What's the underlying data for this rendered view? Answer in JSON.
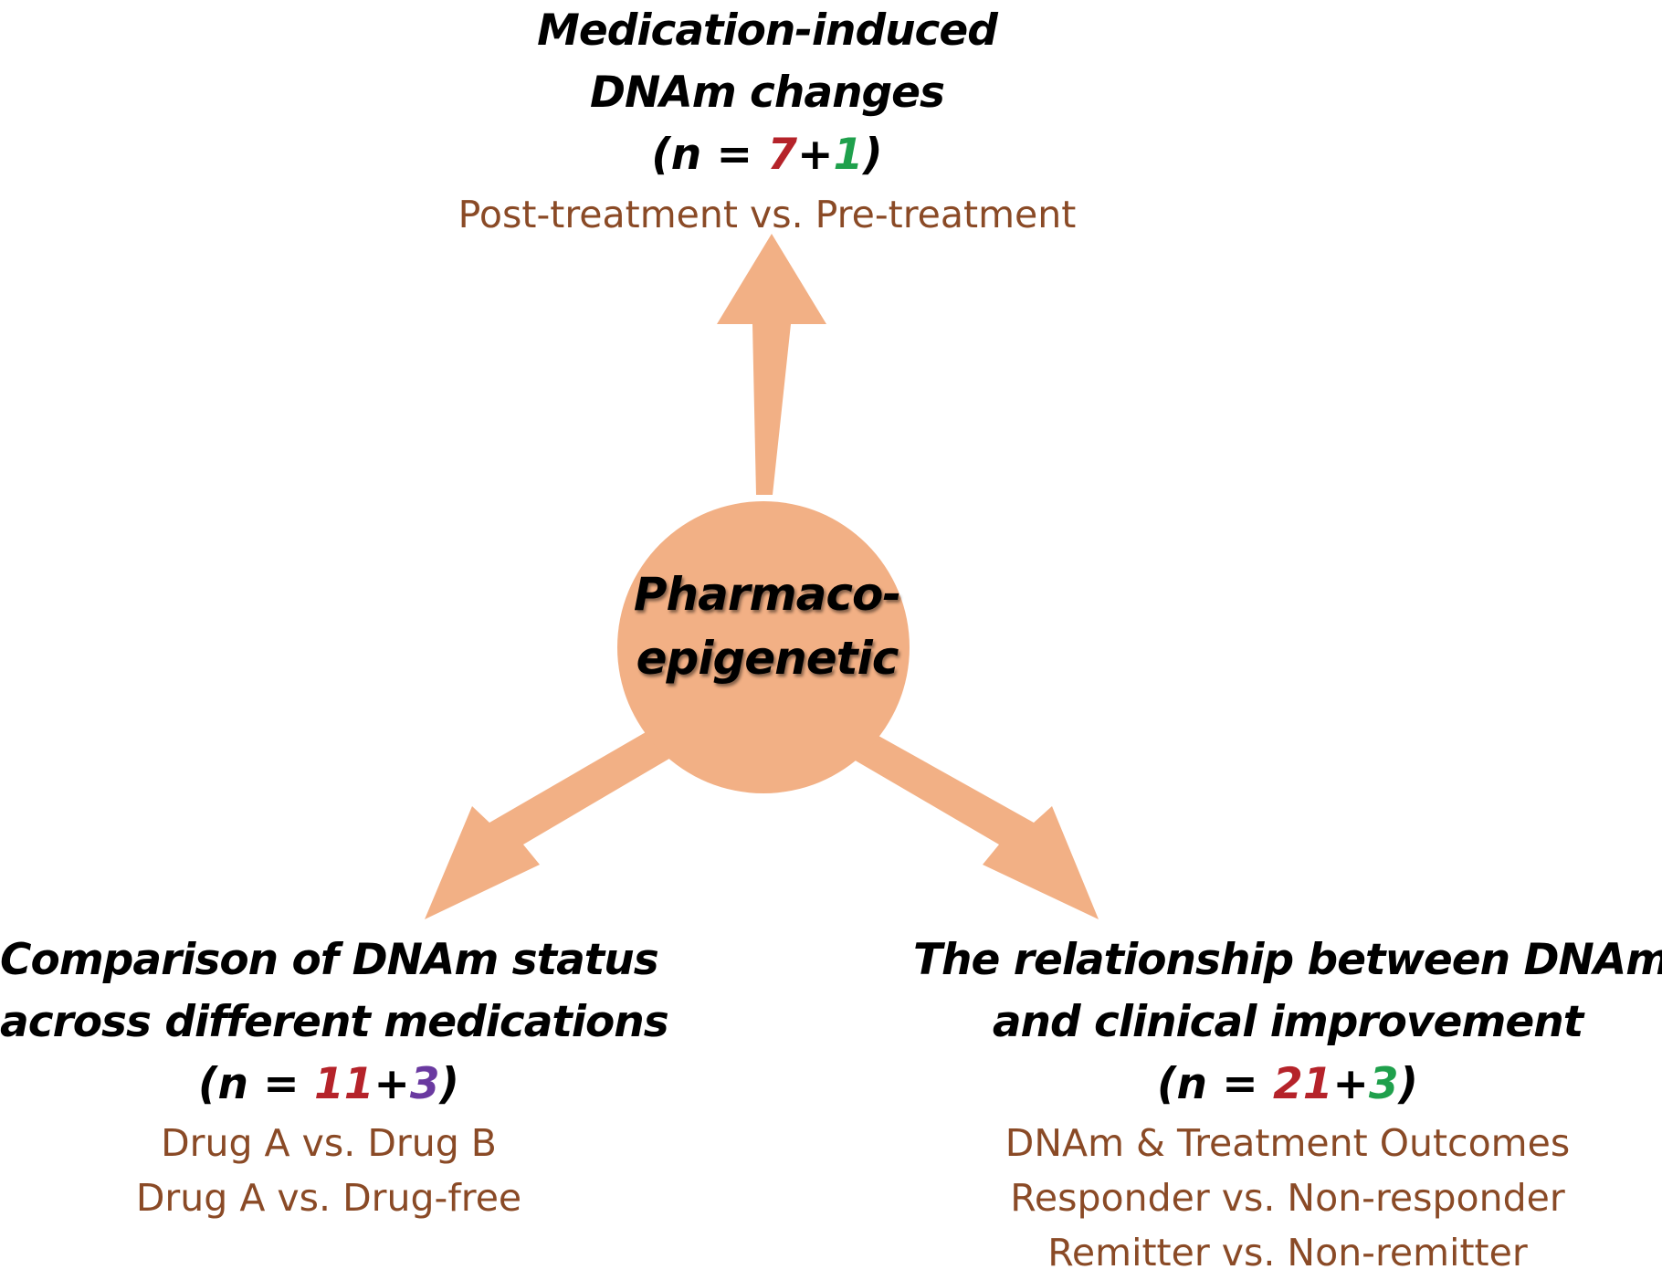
{
  "hub": {
    "label_line1": "Pharmaco-",
    "label_line2": "epigenetic"
  },
  "colors": {
    "node_fill": "#f2b085",
    "heading_text": "#000000",
    "subtext": "#8a4a26",
    "count_red": "#b5232a",
    "count_green": "#1fa04c",
    "count_purple": "#6a3aa0"
  },
  "top_node": {
    "heading_line1": "Medication-induced",
    "heading_line2": "DNAm changes",
    "count_open": "(n = ",
    "count_a": "7",
    "count_plus": "+",
    "count_b": "1",
    "count_close": ")",
    "comparisons": [
      "Post-treatment vs. Pre-treatment"
    ]
  },
  "left_node": {
    "heading_line1": "Comparison of DNAm status",
    "heading_line2": "across different medications",
    "count_open": "(n = ",
    "count_a": "11",
    "count_plus": "+",
    "count_b": "3",
    "count_close": ")",
    "comparisons": [
      "Drug A vs. Drug B",
      "Drug A vs. Drug-free"
    ]
  },
  "right_node": {
    "heading_line1": "The relationship between DNAm",
    "heading_line2": "and clinical improvement",
    "count_open": "(n = ",
    "count_a": "21",
    "count_plus": "+",
    "count_b": "3",
    "count_close": ")",
    "comparisons": [
      "DNAm & Treatment Outcomes",
      "Responder vs. Non-responder",
      "Remitter vs. Non-remitter"
    ]
  }
}
